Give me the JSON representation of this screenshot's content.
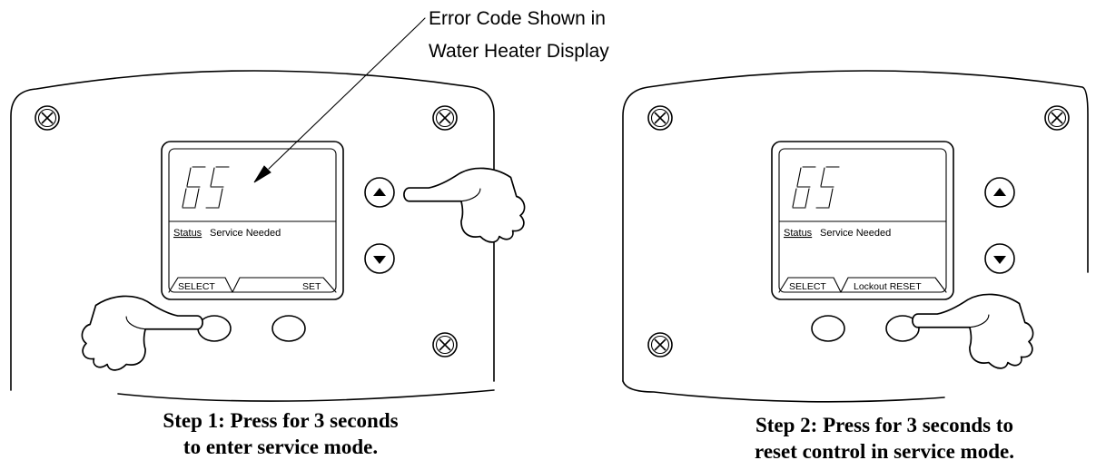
{
  "callout": {
    "line1": "Error Code Shown in",
    "line2": "Water Heater Display"
  },
  "panel1": {
    "error_code": "65",
    "status_label": "Status",
    "status_text": "Service Needed",
    "softkey_left": "SELECT",
    "softkey_right": "SET",
    "caption_line1": "Step 1: Press for 3 seconds",
    "caption_line2": "to enter service mode."
  },
  "panel2": {
    "error_code": "65",
    "status_label": "Status",
    "status_text": "Service Needed",
    "softkey_left": "SELECT",
    "softkey_right": "Lockout RESET",
    "caption_line1": "Step 2: Press for 3 seconds to",
    "caption_line2": "reset control in service mode."
  },
  "icons": {
    "screw": "screw-icon",
    "up_arrow": "up-arrow-icon",
    "down_arrow": "down-arrow-icon",
    "pointing_hand": "pointing-hand-icon"
  }
}
